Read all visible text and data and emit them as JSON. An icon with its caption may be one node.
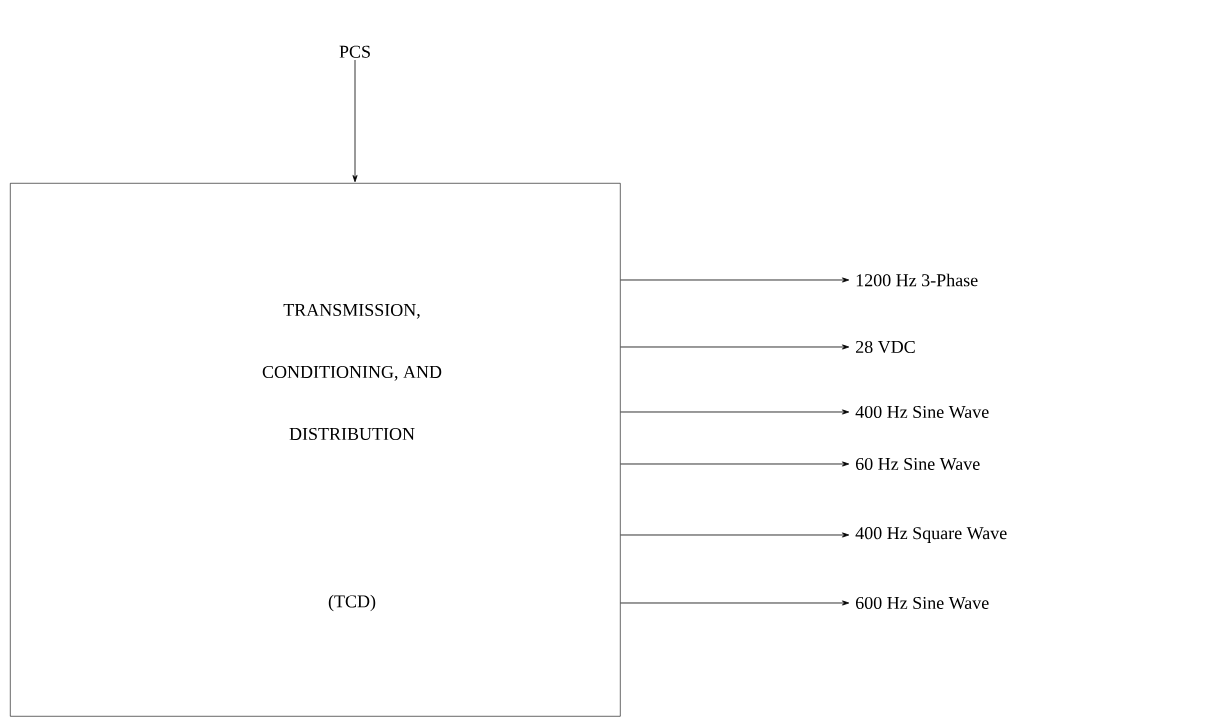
{
  "diagram": {
    "nodes": [
      {
        "text": [
          "PCS"
        ]
      },
      {
        "text": [
          "TRANSMISSION, CONDITIONING, AND DISTRIBUTION",
          "(TCD)"
        ]
      },
      {
        "text": [
          "1200 Hz 3-Phase"
        ]
      },
      {
        "text": [
          "28 VDC"
        ]
      },
      {
        "text": [
          "400 Hz Sine Wave"
        ]
      },
      {
        "text": [
          "60 Hz Sine Wave"
        ]
      },
      {
        "text": [
          "400 Hz Square Wave"
        ]
      },
      {
        "text": [
          "600 Hz Sine Wave"
        ]
      }
    ],
    "edges": [
      {
        "from": 0,
        "to": 1,
        "arrow": "to"
      },
      {
        "from": 1,
        "to": 2,
        "arrow": "to"
      },
      {
        "from": 1,
        "to": 3,
        "arrow": "to"
      },
      {
        "from": 1,
        "to": 4,
        "arrow": "to"
      },
      {
        "from": 1,
        "to": 5,
        "arrow": "to"
      },
      {
        "from": 1,
        "to": 6,
        "arrow": "to"
      },
      {
        "from": 1,
        "to": 7,
        "arrow": "to"
      }
    ]
  }
}
